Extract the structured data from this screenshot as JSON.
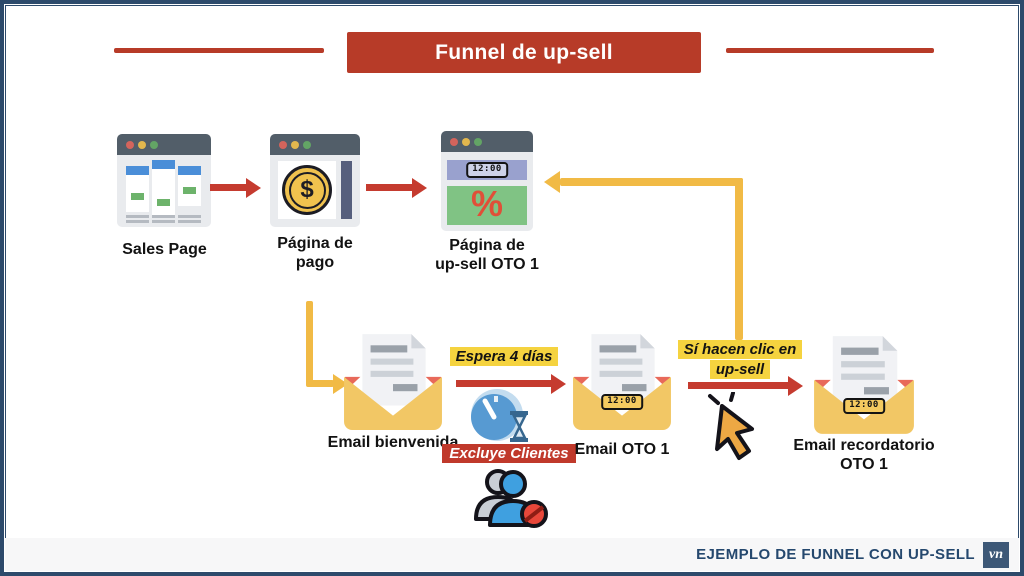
{
  "title": "Funnel de up-sell",
  "pages": {
    "sales": {
      "label": "Sales Page"
    },
    "payment": {
      "label": "Página de pago",
      "coin_symbol": "$"
    },
    "upsell": {
      "label": "Página de up-sell OTO 1",
      "timer": "12:00",
      "discount_symbol": "%"
    }
  },
  "emails": {
    "welcome": {
      "label": "Email bienvenida"
    },
    "oto1": {
      "label": "Email OTO 1",
      "timer": "12:00"
    },
    "reminder": {
      "label": "Email recordatorio OTO 1",
      "timer": "12:00"
    }
  },
  "annotations": {
    "wait": "Espera 4 días",
    "exclude": "Excluye Clientes",
    "click": "Sí hacen clic en up-sell"
  },
  "footer": {
    "caption": "EJEMPLO DE FUNNEL CON UP-SELL",
    "logo_text": "vn"
  },
  "colors": {
    "banner_red": "#b73b28",
    "arrow_red": "#c53b2f",
    "arrow_yellow": "#f1ba45",
    "highlight_yellow": "#f5d33f",
    "exclude_red": "#c0392b",
    "navy": "#2d4a6b",
    "envelope_yellow": "#f2c765"
  }
}
